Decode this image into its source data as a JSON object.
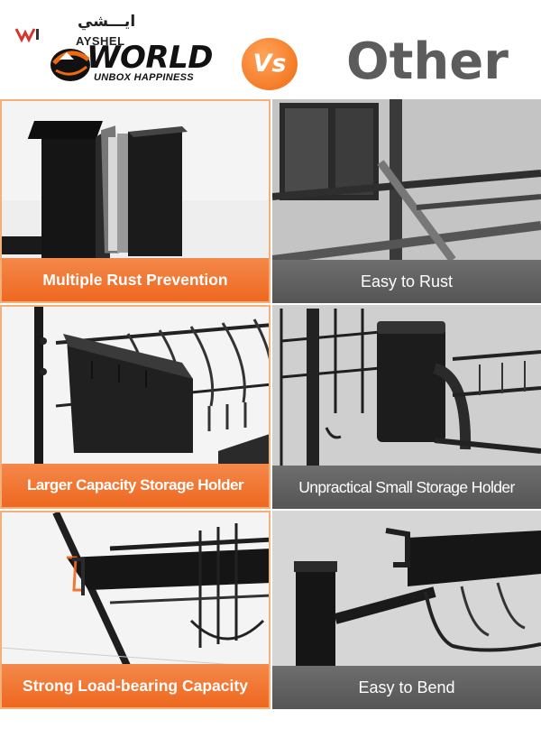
{
  "header": {
    "watermark_arabic": "ايـــشي",
    "watermark_latin": "AYSHEL",
    "logo_word": "WORLD",
    "logo_tagline": "UNBOX HAPPINESS",
    "vs_label": "Vs",
    "comparison_title": "Other"
  },
  "rows": [
    {
      "left_caption": "Multiple Rust Prevention",
      "right_caption": "Easy to Rust"
    },
    {
      "left_caption": "Larger Capacity Storage Holder",
      "right_caption": "Unpractical Small Storage Holder"
    },
    {
      "left_caption": "Strong Load-bearing Capacity",
      "right_caption": "Easy to Bend"
    }
  ],
  "colors": {
    "accent_orange": "#ee6820",
    "caption_gray": "#5e5e5e",
    "title_gray": "#5c5c5c"
  },
  "icons": [
    "brand-mark-icon",
    "world-logo-emblem"
  ]
}
